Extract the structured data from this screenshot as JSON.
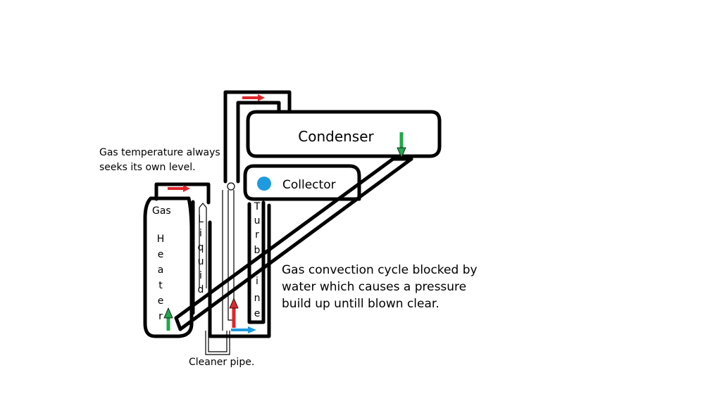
{
  "labels": {
    "condenser": "Condenser",
    "collector": "Collector",
    "gas": "Gas",
    "heater": [
      "H",
      "e",
      "a",
      "t",
      "e",
      "r"
    ],
    "liquid": [
      "L",
      "i",
      "q",
      "u",
      "i",
      "d"
    ],
    "turbine": [
      "T",
      "u",
      "r",
      "b",
      "i",
      "n",
      "e"
    ],
    "cleaner_pipe": "Cleaner pipe."
  },
  "notes": {
    "temperature": [
      "Gas temperature always",
      "seeks its own level."
    ],
    "convection": [
      "Gas convection cycle blocked by",
      "water which causes a pressure",
      "build up untill blown clear."
    ]
  },
  "colors": {
    "flow_red": "#e0262a",
    "flow_green": "#22a84a",
    "flow_blue": "#1e9be0",
    "collector_dot": "#1e9be0",
    "outline": "#000000"
  }
}
